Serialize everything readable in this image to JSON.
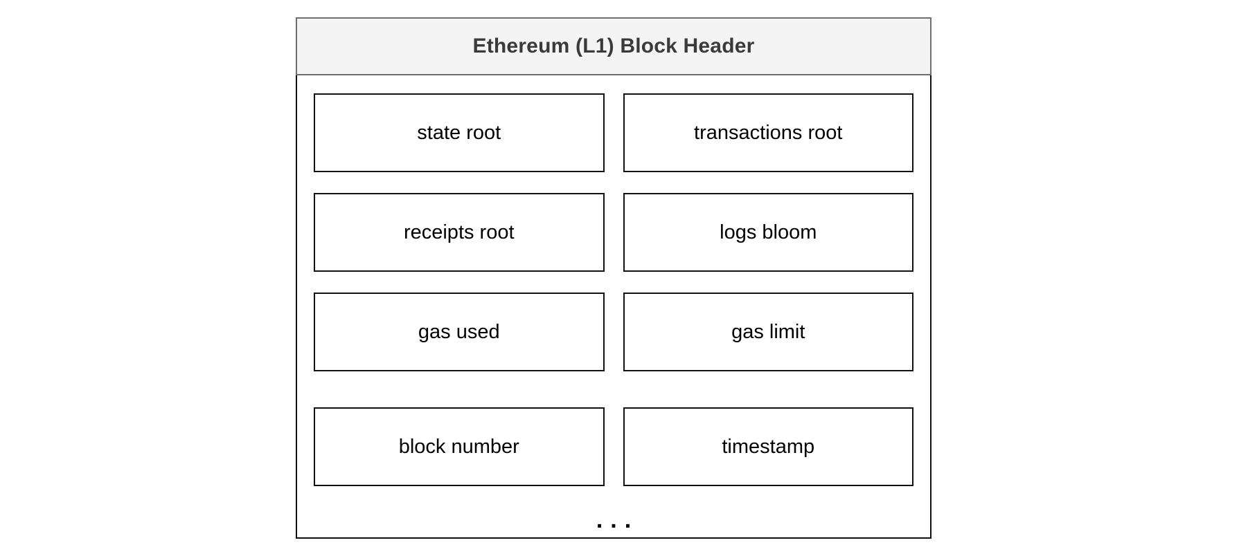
{
  "diagram": {
    "title": "Ethereum (L1) Block Header",
    "colors": {
      "page_background": "#ffffff",
      "title_bar_background": "#f4f4f4",
      "title_bar_border": "#6e6e6e",
      "title_text": "#3a3a3a",
      "container_border": "#111111",
      "cell_border": "#111111",
      "cell_background": "#ffffff",
      "cell_text": "#000000"
    },
    "rows": [
      {
        "left": {
          "label": "state root"
        },
        "right": {
          "label": "transactions root"
        }
      },
      {
        "left": {
          "label": "receipts root"
        },
        "right": {
          "label": "logs bloom"
        }
      },
      {
        "left": {
          "label": "gas used"
        },
        "right": {
          "label": "gas limit"
        }
      },
      {
        "left": {
          "label": "block number"
        },
        "right": {
          "label": "timestamp"
        }
      }
    ],
    "continuation": {
      "label": "..."
    }
  }
}
